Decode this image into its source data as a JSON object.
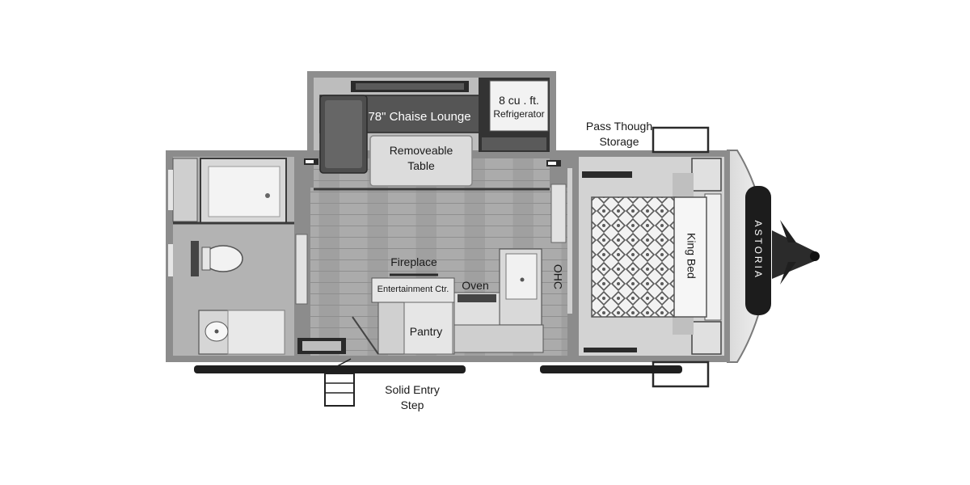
{
  "labels": {
    "chaise_lounge": "78\" Chaise Lounge",
    "refrigerator_size": "8 cu . ft.",
    "refrigerator": "Refrigerator",
    "table_line1": "Removeable",
    "table_line2": "Table",
    "pass_through_line1": "Pass Though",
    "pass_through_line2": "Storage",
    "fireplace": "Fireplace",
    "entertainment": "Entertainment Ctr.",
    "oven": "Oven",
    "ohc": "OHC",
    "pantry": "Pantry",
    "king_bed": "King Bed",
    "entry_step_line1": "Solid Entry",
    "entry_step_line2": "Step"
  },
  "brand_mark": "ASTORIA",
  "colors": {
    "wall": "#8c8c8c",
    "floor": "#a9a9a9",
    "dark": "#2a2a2a"
  }
}
